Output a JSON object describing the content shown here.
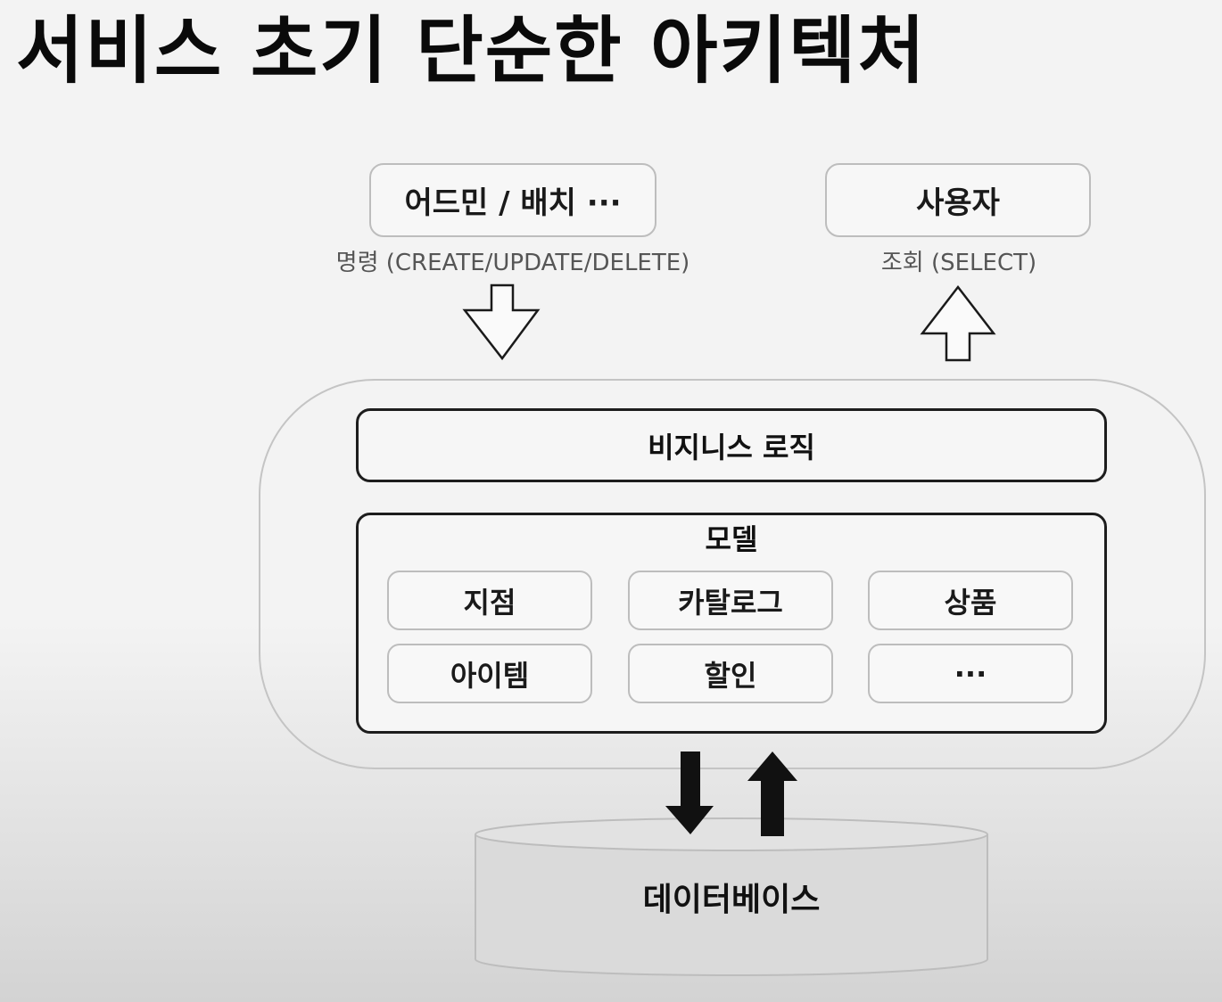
{
  "title": "서비스 초기 단순한 아키텍처",
  "actors": {
    "admin": {
      "label": "어드민 / 배치 ···",
      "caption": "명령 (CREATE/UPDATE/DELETE)"
    },
    "user": {
      "label": "사용자",
      "caption": "조회 (SELECT)"
    }
  },
  "application": {
    "business_logic": "비지니스 로직",
    "model": {
      "label": "모델",
      "entities": [
        "지점",
        "카탈로그",
        "상품",
        "아이템",
        "할인",
        "···"
      ]
    }
  },
  "database": {
    "label": "데이터베이스"
  }
}
